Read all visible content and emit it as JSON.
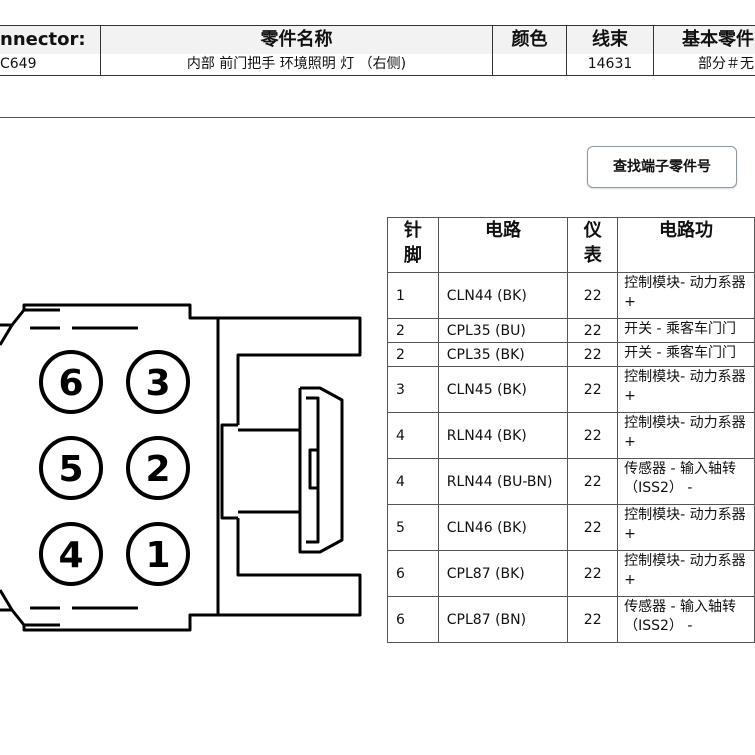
{
  "header": {
    "columns": {
      "connector": "nnector:",
      "part_name": "零件名称",
      "color": "颜色",
      "harness": "线束",
      "base_part": "基本零件"
    },
    "values": {
      "connector": "C649",
      "part_name": "内部 前门把手 环境照明 灯 （右侧)",
      "color": "",
      "harness": "14631",
      "base_part": "部分＃无"
    }
  },
  "find_terminal_button": "查找端子零件号",
  "pin_table": {
    "headers": {
      "pin_line1": "针",
      "pin_line2": "脚",
      "circuit": "电路",
      "gauge_line1": "仪",
      "gauge_line2": "表",
      "function": "电路功"
    },
    "rows": [
      {
        "pin": "1",
        "circuit": "CLN44 (BK)",
        "gauge": "22",
        "function": "控制模块- 动力系器 +"
      },
      {
        "pin": "2",
        "circuit": "CPL35 (BU)",
        "gauge": "22",
        "function": "开关 - 乘客车门门"
      },
      {
        "pin": "2",
        "circuit": "CPL35 (BK)",
        "gauge": "22",
        "function": "开关 - 乘客车门门"
      },
      {
        "pin": "3",
        "circuit": "CLN45 (BK)",
        "gauge": "22",
        "function": "控制模块- 动力系器 +"
      },
      {
        "pin": "4",
        "circuit": "RLN44 (BK)",
        "gauge": "22",
        "function": "控制模块- 动力系器 +"
      },
      {
        "pin": "4",
        "circuit": "RLN44 (BU-BN)",
        "gauge": "22",
        "function": "传感器 - 输入轴转（ISS2） -"
      },
      {
        "pin": "5",
        "circuit": "CLN46 (BK)",
        "gauge": "22",
        "function": "控制模块- 动力系器 +"
      },
      {
        "pin": "6",
        "circuit": "CPL87 (BK)",
        "gauge": "22",
        "function": "控制模块- 动力系器 +"
      },
      {
        "pin": "6",
        "circuit": "CPL87 (BN)",
        "gauge": "22",
        "function": "传感器 - 输入轴转（ISS2） -"
      }
    ]
  },
  "connector_pins": [
    "6",
    "3",
    "5",
    "2",
    "4",
    "1"
  ]
}
